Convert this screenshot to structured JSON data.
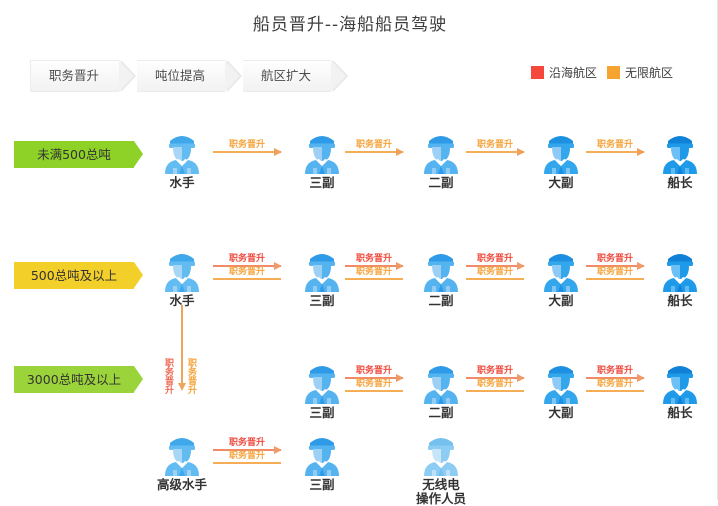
{
  "page": {
    "title": "船员晋升--海船船员驾驶"
  },
  "breadcrumb": {
    "items": [
      {
        "label": "职务晋升"
      },
      {
        "label": "吨位提高"
      },
      {
        "label": "航区扩大"
      }
    ]
  },
  "legend": {
    "items": [
      {
        "label": "沿海航区",
        "color": "#f5473c"
      },
      {
        "label": "无限航区",
        "color": "#f5a430"
      }
    ]
  },
  "rows": [
    {
      "banner": {
        "label": "未满500总吨",
        "color": "#8ed227"
      },
      "nodes": [
        {
          "label": "水手"
        },
        {
          "label": "三副"
        },
        {
          "label": "二副"
        },
        {
          "label": "大副"
        },
        {
          "label": "船长"
        }
      ],
      "arrows": [
        {
          "labels": [
            "职务晋升"
          ]
        },
        {
          "labels": [
            "职务晋升"
          ]
        },
        {
          "labels": [
            "职务晋升"
          ]
        },
        {
          "labels": [
            "职务晋升"
          ]
        }
      ]
    },
    {
      "banner": {
        "label": "500总吨及以上",
        "color": "#f3cf2a"
      },
      "nodes": [
        {
          "label": "水手"
        },
        {
          "label": "三副"
        },
        {
          "label": "二副"
        },
        {
          "label": "大副"
        },
        {
          "label": "船长"
        }
      ],
      "arrows": [
        {
          "labels": [
            "职务晋升",
            "职务晋升"
          ]
        },
        {
          "labels": [
            "职务晋升",
            "职务晋升"
          ]
        },
        {
          "labels": [
            "职务晋升",
            "职务晋升"
          ]
        },
        {
          "labels": [
            "职务晋升",
            "职务晋升"
          ]
        }
      ]
    },
    {
      "banner": {
        "label": "3000总吨及以上",
        "color": "#9ad33a"
      },
      "nodes": [
        {
          "label": "三副"
        },
        {
          "label": "二副"
        },
        {
          "label": "大副"
        },
        {
          "label": "船长"
        }
      ],
      "arrows": [
        {
          "labels": [
            "职务晋升",
            "职务晋升"
          ]
        },
        {
          "labels": [
            "职务晋升",
            "职务晋升"
          ]
        },
        {
          "labels": [
            "职务晋升",
            "职务晋升"
          ]
        }
      ]
    },
    {
      "banner": null,
      "nodes": [
        {
          "label": "高级水手"
        },
        {
          "label": "三副"
        },
        {
          "label": "无线电操作人员",
          "line1": "无线电",
          "line2": "操作人员"
        }
      ],
      "arrows": [
        {
          "labels": [
            "职务晋升",
            "职务晋升"
          ]
        }
      ]
    }
  ],
  "vertical_connector": {
    "labels": [
      "职务晋升",
      "职务晋升"
    ]
  }
}
